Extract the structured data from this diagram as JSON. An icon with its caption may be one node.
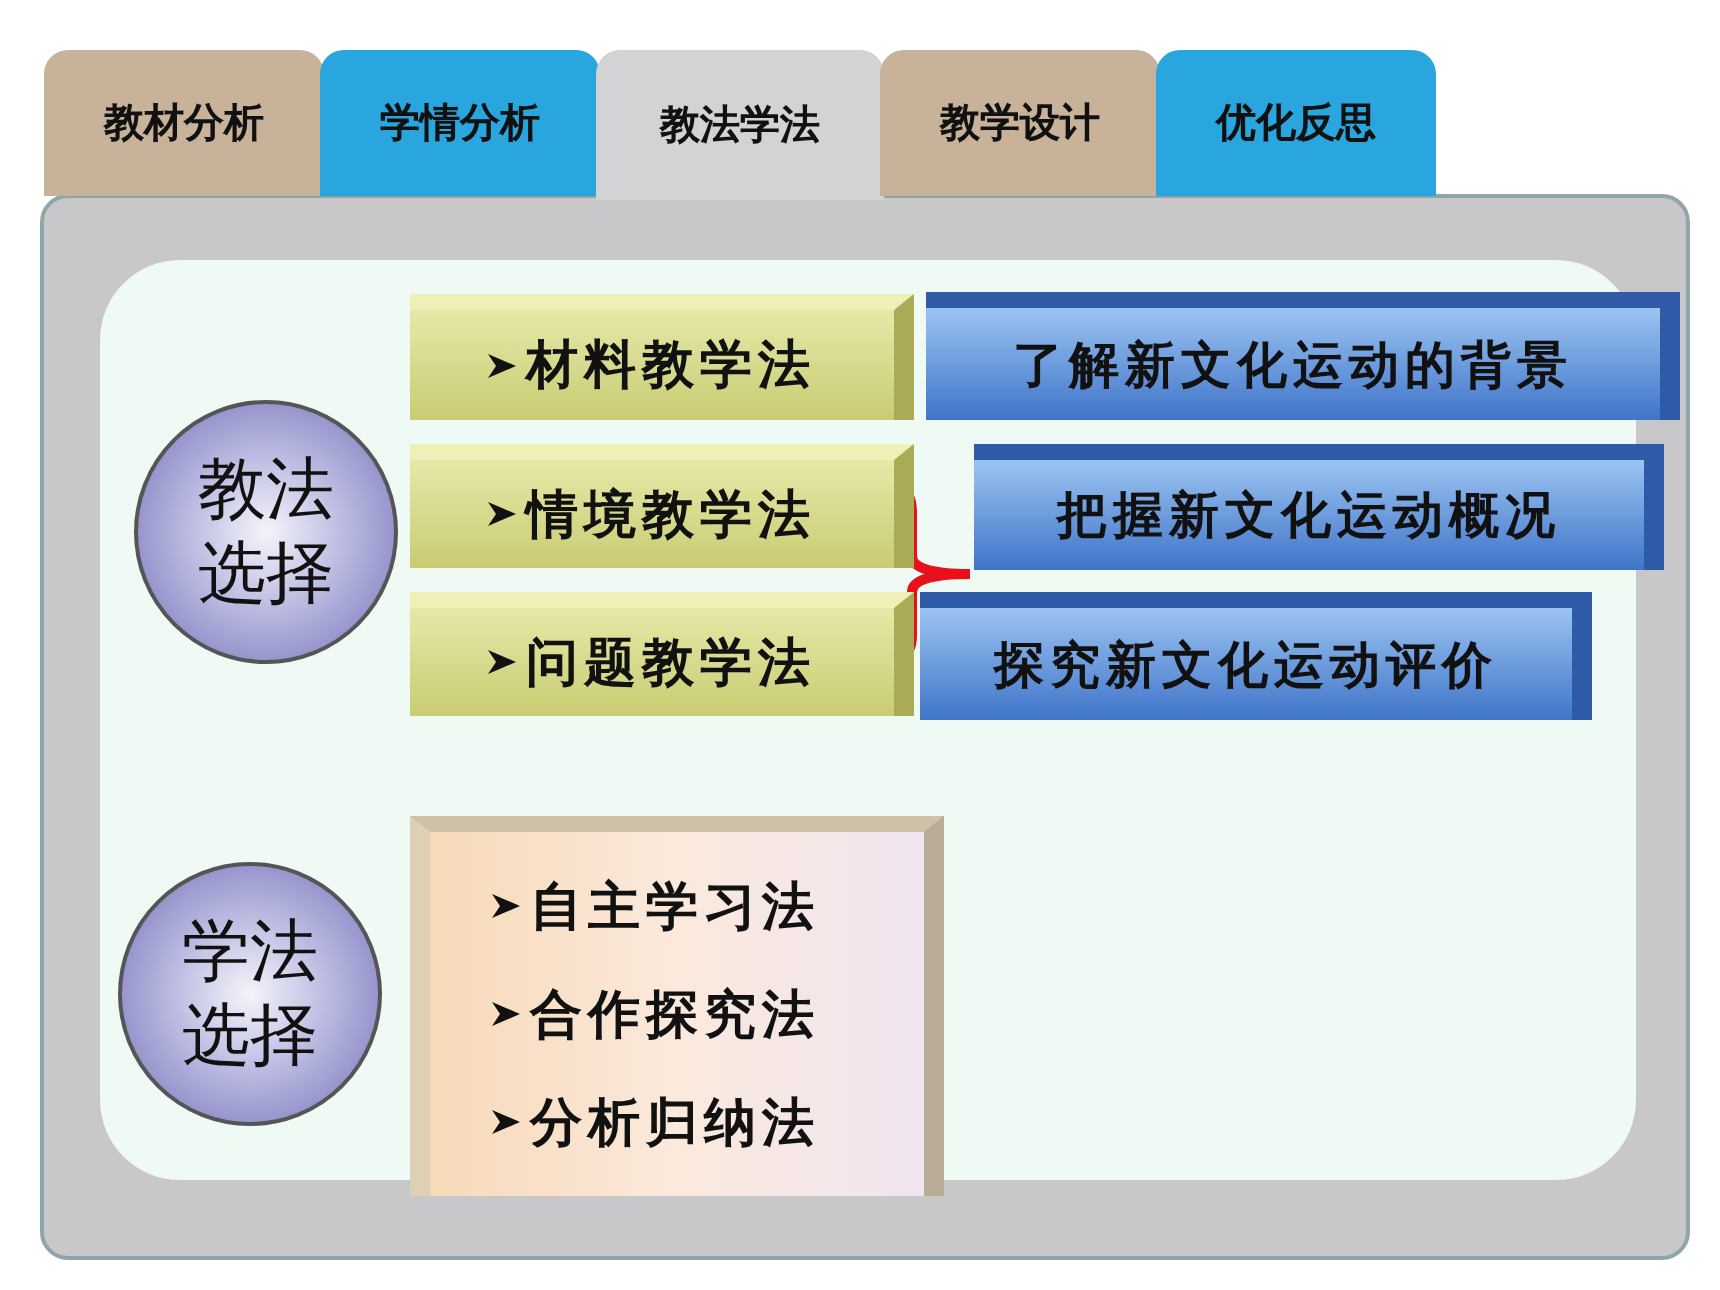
{
  "diagram": {
    "nodes": [
      {
        "text": [
          "教材分析"
        ]
      },
      {
        "text": [
          "学情分析"
        ]
      },
      {
        "text": [
          "教法学法"
        ]
      },
      {
        "text": [
          "教学设计"
        ]
      },
      {
        "text": [
          "优化反思"
        ]
      },
      {
        "text": [
          "教法选择"
        ]
      },
      {
        "text": [
          "材料教学法"
        ]
      },
      {
        "text": [
          "了解新文化运动的背景"
        ]
      },
      {
        "text": [
          "情境教学法"
        ]
      },
      {
        "text": [
          "把握新文化运动概况"
        ]
      },
      {
        "text": [
          "问题教学法"
        ]
      },
      {
        "text": [
          "探究新文化运动评价"
        ]
      },
      {
        "text": [
          "学法选择"
        ]
      },
      {
        "text": [
          "自主学习法",
          "合作探究法",
          "分析归纳法"
        ]
      }
    ]
  }
}
